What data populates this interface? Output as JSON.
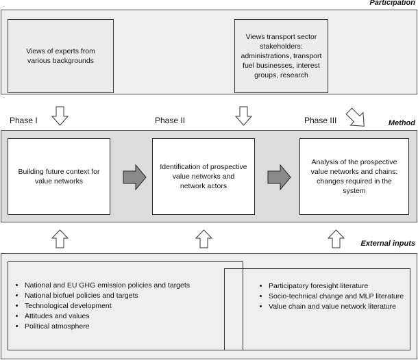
{
  "participation": {
    "label": "Participation",
    "experts_box": "Views of experts from various backgrounds",
    "stakeholders_box": "Views transport sector stakeholders: administrations, transport fuel businesses, interest groups, research"
  },
  "method": {
    "label": "Method",
    "phases": [
      {
        "label": "Phase I",
        "box": "Building future context for value networks"
      },
      {
        "label": "Phase II",
        "box": "Identification of prospective value networks and network actors"
      },
      {
        "label": "Phase III",
        "box": "Analysis of the prospective value networks and chains: changes required in the system"
      }
    ]
  },
  "external_inputs": {
    "label": "External inputs",
    "left_list": [
      "National and EU GHG emission  policies and targets",
      "National  biofuel  policies and targets",
      "Technological development",
      "Attitudes and values",
      "Political atmosphere"
    ],
    "right_list": [
      "Participatory foresight literature",
      "Socio-technical change and MLP literature",
      "Value chain and value network literature"
    ]
  }
}
